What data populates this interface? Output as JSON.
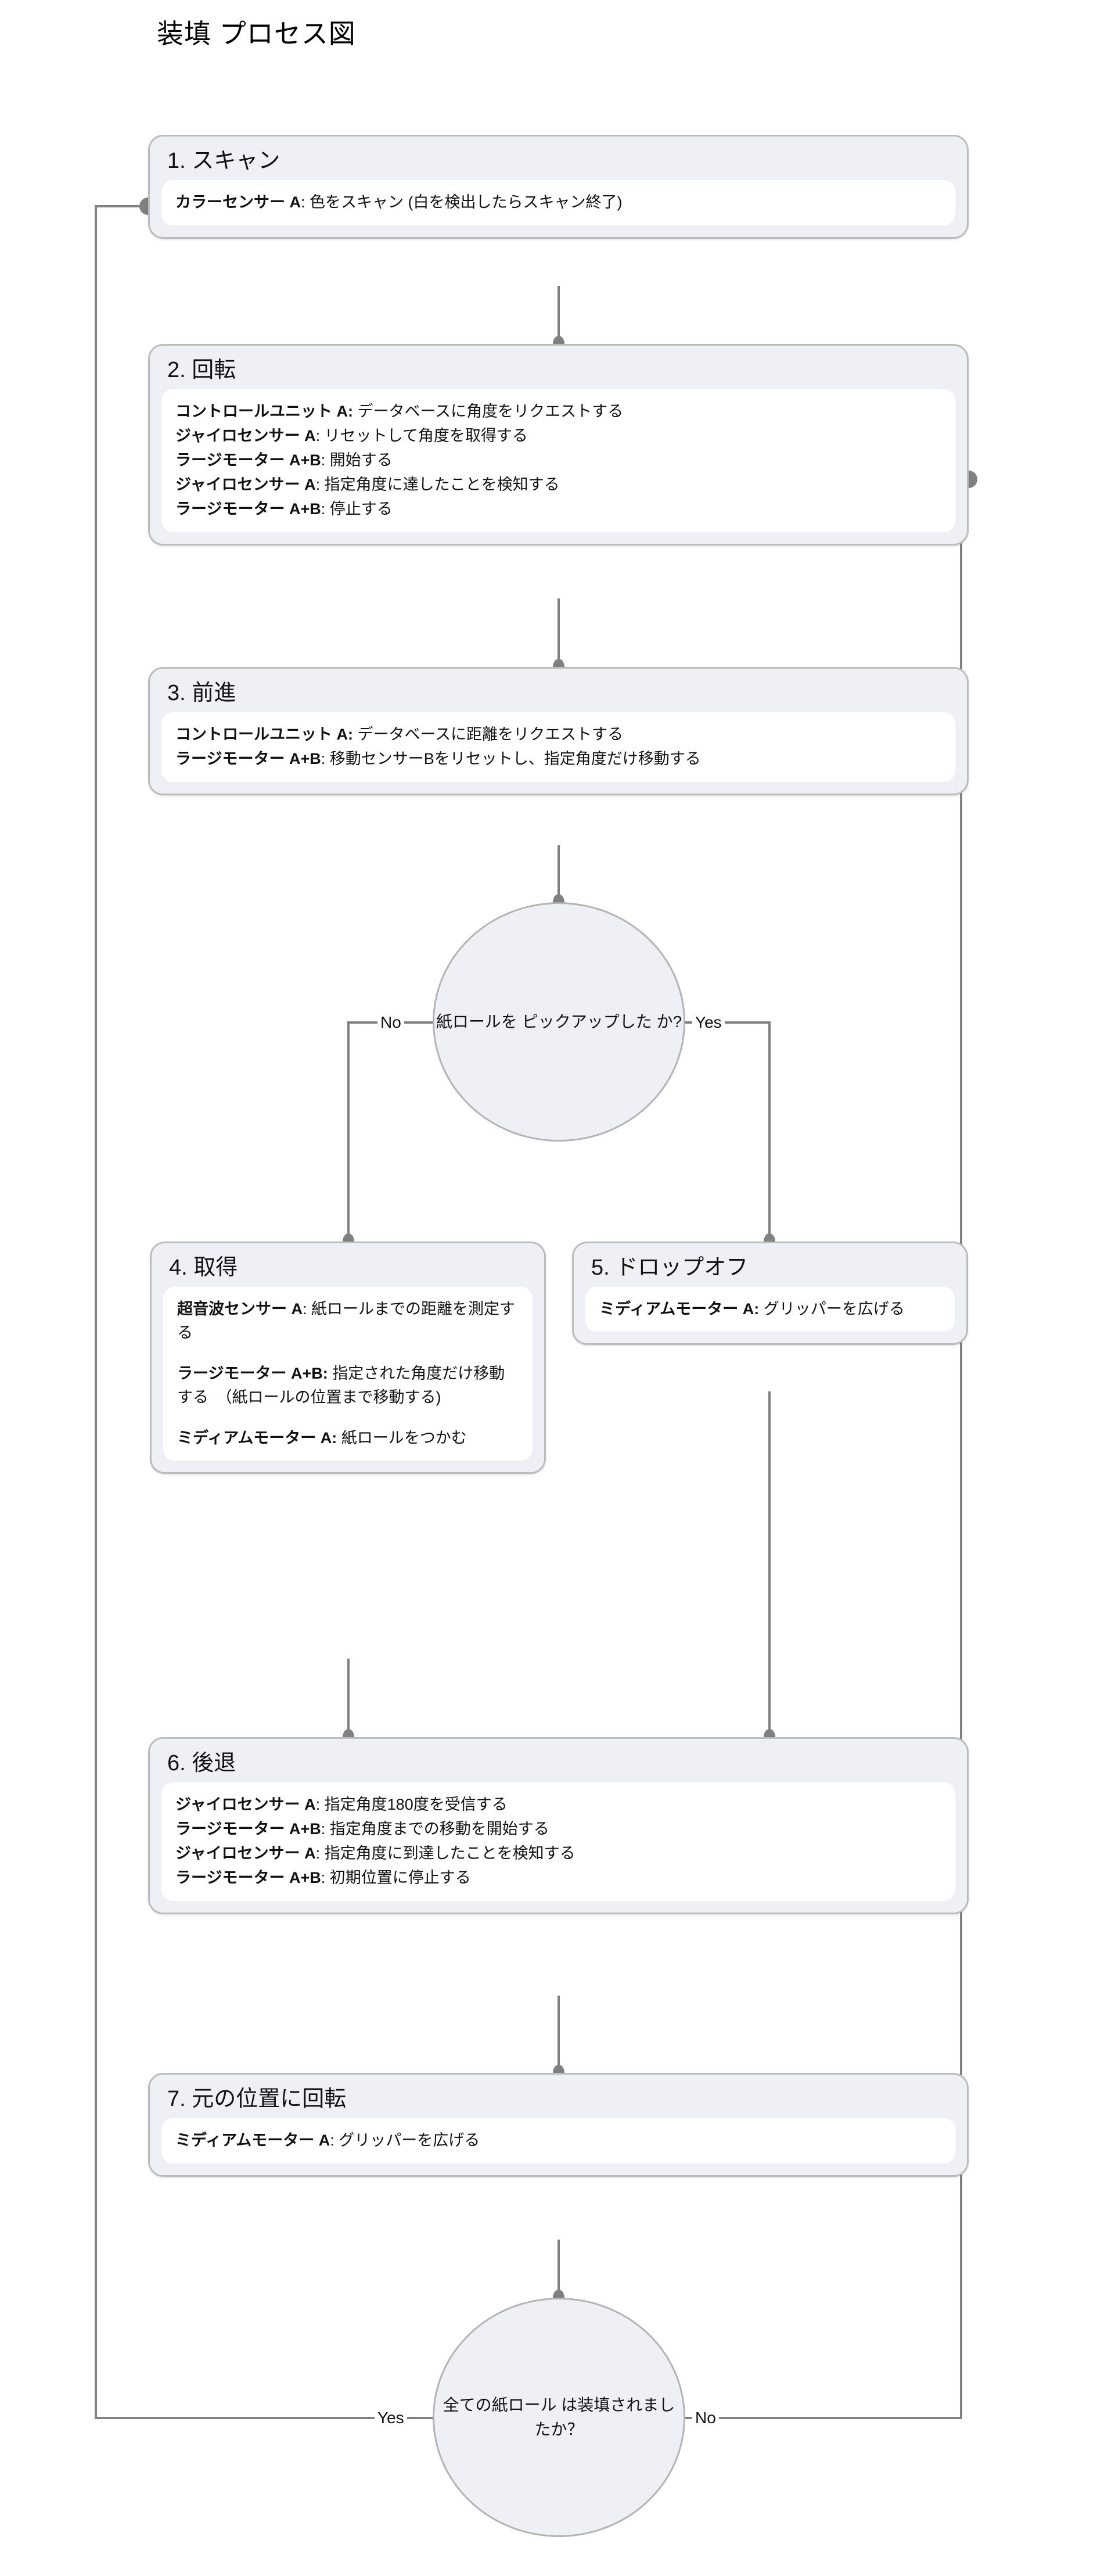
{
  "title": "装填 プロセス図",
  "palette": {
    "box_fill": "#eef0f6",
    "box_border": "#bcbcbc",
    "inner_fill": "#ffffff",
    "edge_stroke": "#808080",
    "text": "#111111"
  },
  "nodes": {
    "step1": {
      "heading": "1. スキャン",
      "lines": [
        {
          "label": "カラーセンサー A",
          "text": ": 色をスキャン (白を検出したらスキャン終了)"
        }
      ]
    },
    "step2": {
      "heading": "2. 回転",
      "lines": [
        {
          "label": "コントロールユニット A:",
          "text": " データベースに角度をリクエストする"
        },
        {
          "label": "ジャイロセンサー A",
          "text": ": リセットして角度を取得する"
        },
        {
          "label": "ラージモーター A+B",
          "text": ": 開始する"
        },
        {
          "label": "ジャイロセンサー A",
          "text": ": 指定角度に達したことを検知する"
        },
        {
          "label": "ラージモーター A+B",
          "text": ": 停止する"
        }
      ]
    },
    "step3": {
      "heading": "3. 前進",
      "lines": [
        {
          "label": "コントロールユニット A:",
          "text": " データベースに距離をリクエストする"
        },
        {
          "label": "ラージモーター A+B",
          "text": ": 移動センサーBをリセットし、指定角度だけ移動する"
        }
      ]
    },
    "decision1": {
      "text": "紙ロールを ピックアップした か?",
      "yes_label": "Yes",
      "no_label": "No"
    },
    "step4": {
      "heading": "4. 取得",
      "paragraphs": [
        {
          "label": "超音波センサー A",
          "text": ": 紙ロールまでの距離を測定する"
        },
        {
          "label": "ラージモーター A+B:",
          "text": " 指定された角度だけ移動する　（紙ロールの位置まで移動する)"
        },
        {
          "label": "ミディアムモーター A:",
          "text": " 紙ロールをつかむ"
        }
      ]
    },
    "step5": {
      "heading": "5. ドロップオフ",
      "paragraphs": [
        {
          "label": "ミディアムモーター A:",
          "text": " グリッパーを広げる"
        }
      ]
    },
    "step6": {
      "heading": "6. 後退",
      "lines": [
        {
          "label": "ジャイロセンサー A",
          "text": ": 指定角度180度を受信する"
        },
        {
          "label": "ラージモーター A+B",
          "text": ": 指定角度までの移動を開始する"
        },
        {
          "label": "ジャイロセンサー A",
          "text": ": 指定角度に到達したことを検知する"
        },
        {
          "label": "ラージモーター A+B",
          "text": ": 初期位置に停止する"
        }
      ]
    },
    "step7": {
      "heading": "7. 元の位置に回転",
      "lines": [
        {
          "label": "ミディアムモーター A",
          "text": ": グリッパーを広げる"
        }
      ]
    },
    "decision2": {
      "text": "全ての紙ロール は装填されまし たか？",
      "yes_label": "Yes",
      "no_label": "No"
    }
  },
  "edges": [
    {
      "from": "step1",
      "to": "step2",
      "label": ""
    },
    {
      "from": "step2",
      "to": "step3",
      "label": ""
    },
    {
      "from": "step3",
      "to": "decision1",
      "label": ""
    },
    {
      "from": "decision1",
      "to": "step4",
      "label": "No"
    },
    {
      "from": "decision1",
      "to": "step5",
      "label": "Yes"
    },
    {
      "from": "step4",
      "to": "step6",
      "label": ""
    },
    {
      "from": "step5",
      "to": "step6",
      "label": ""
    },
    {
      "from": "step6",
      "to": "step7",
      "label": ""
    },
    {
      "from": "step7",
      "to": "decision2",
      "label": ""
    },
    {
      "from": "decision2",
      "to": "step1",
      "label": "Yes"
    },
    {
      "from": "decision2",
      "to": "step2",
      "label": "No"
    }
  ]
}
